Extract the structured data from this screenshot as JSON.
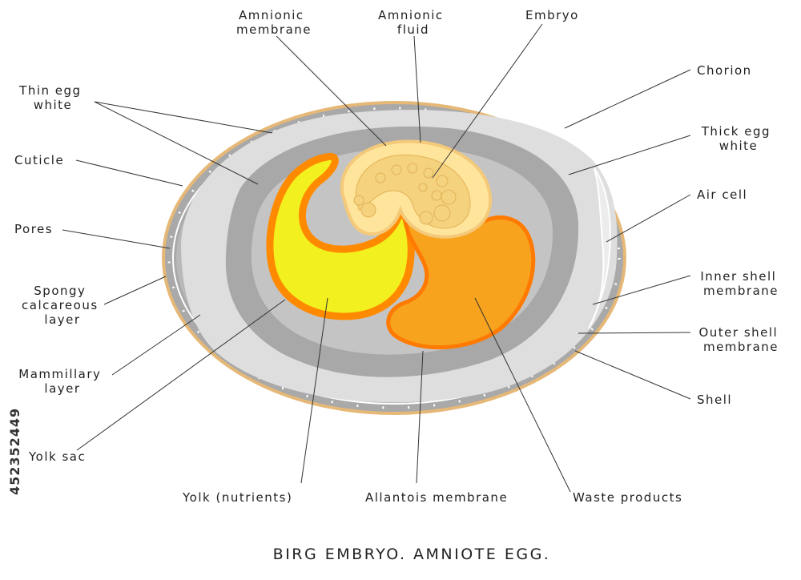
{
  "title": "BIRG EMBRYO. AMNIOTE EGG.",
  "stock_id": "452352449",
  "labels": {
    "amnionic_membrane": [
      "Amnionic",
      "membrane"
    ],
    "amnionic_fluid": [
      "Amnionic",
      "fluid"
    ],
    "embryo": "Embryo",
    "chorion": "Chorion",
    "thin_egg_white": [
      "Thin egg",
      "white"
    ],
    "thick_egg_white": [
      "Thick egg",
      "white"
    ],
    "cuticle": "Cuticle",
    "air_cell": "Air cell",
    "pores": "Pores",
    "inner_shell_membrane": [
      "Inner shell",
      "membrane"
    ],
    "spongy_calcareous_layer": [
      "Spongy",
      "calcareous",
      "layer"
    ],
    "outer_shell_membrane": [
      "Outer shell",
      "membrane"
    ],
    "mammillary_layer": [
      "Mammillary",
      "layer"
    ],
    "shell": "Shell",
    "yolk_sac": "Yolk sac",
    "yolk_nutrients": "Yolk (nutrients)",
    "allantois_membrane": "Allantois membrane",
    "waste_products": "Waste products"
  },
  "colors": {
    "shell": "#e6b877",
    "shell_gray": "#a9a9a9",
    "thin_white": "#dedede",
    "thick_white": "#a8a8a8",
    "chorion_gray": "#c9c9c9",
    "amnion_fluid": "#ffe59c",
    "embryo": "#f4d27e",
    "yolk": "#f2f01e",
    "yolk_outline": "#ff8a00",
    "allantois": "#f7a31e",
    "allantois_outline": "#ff7a00"
  }
}
